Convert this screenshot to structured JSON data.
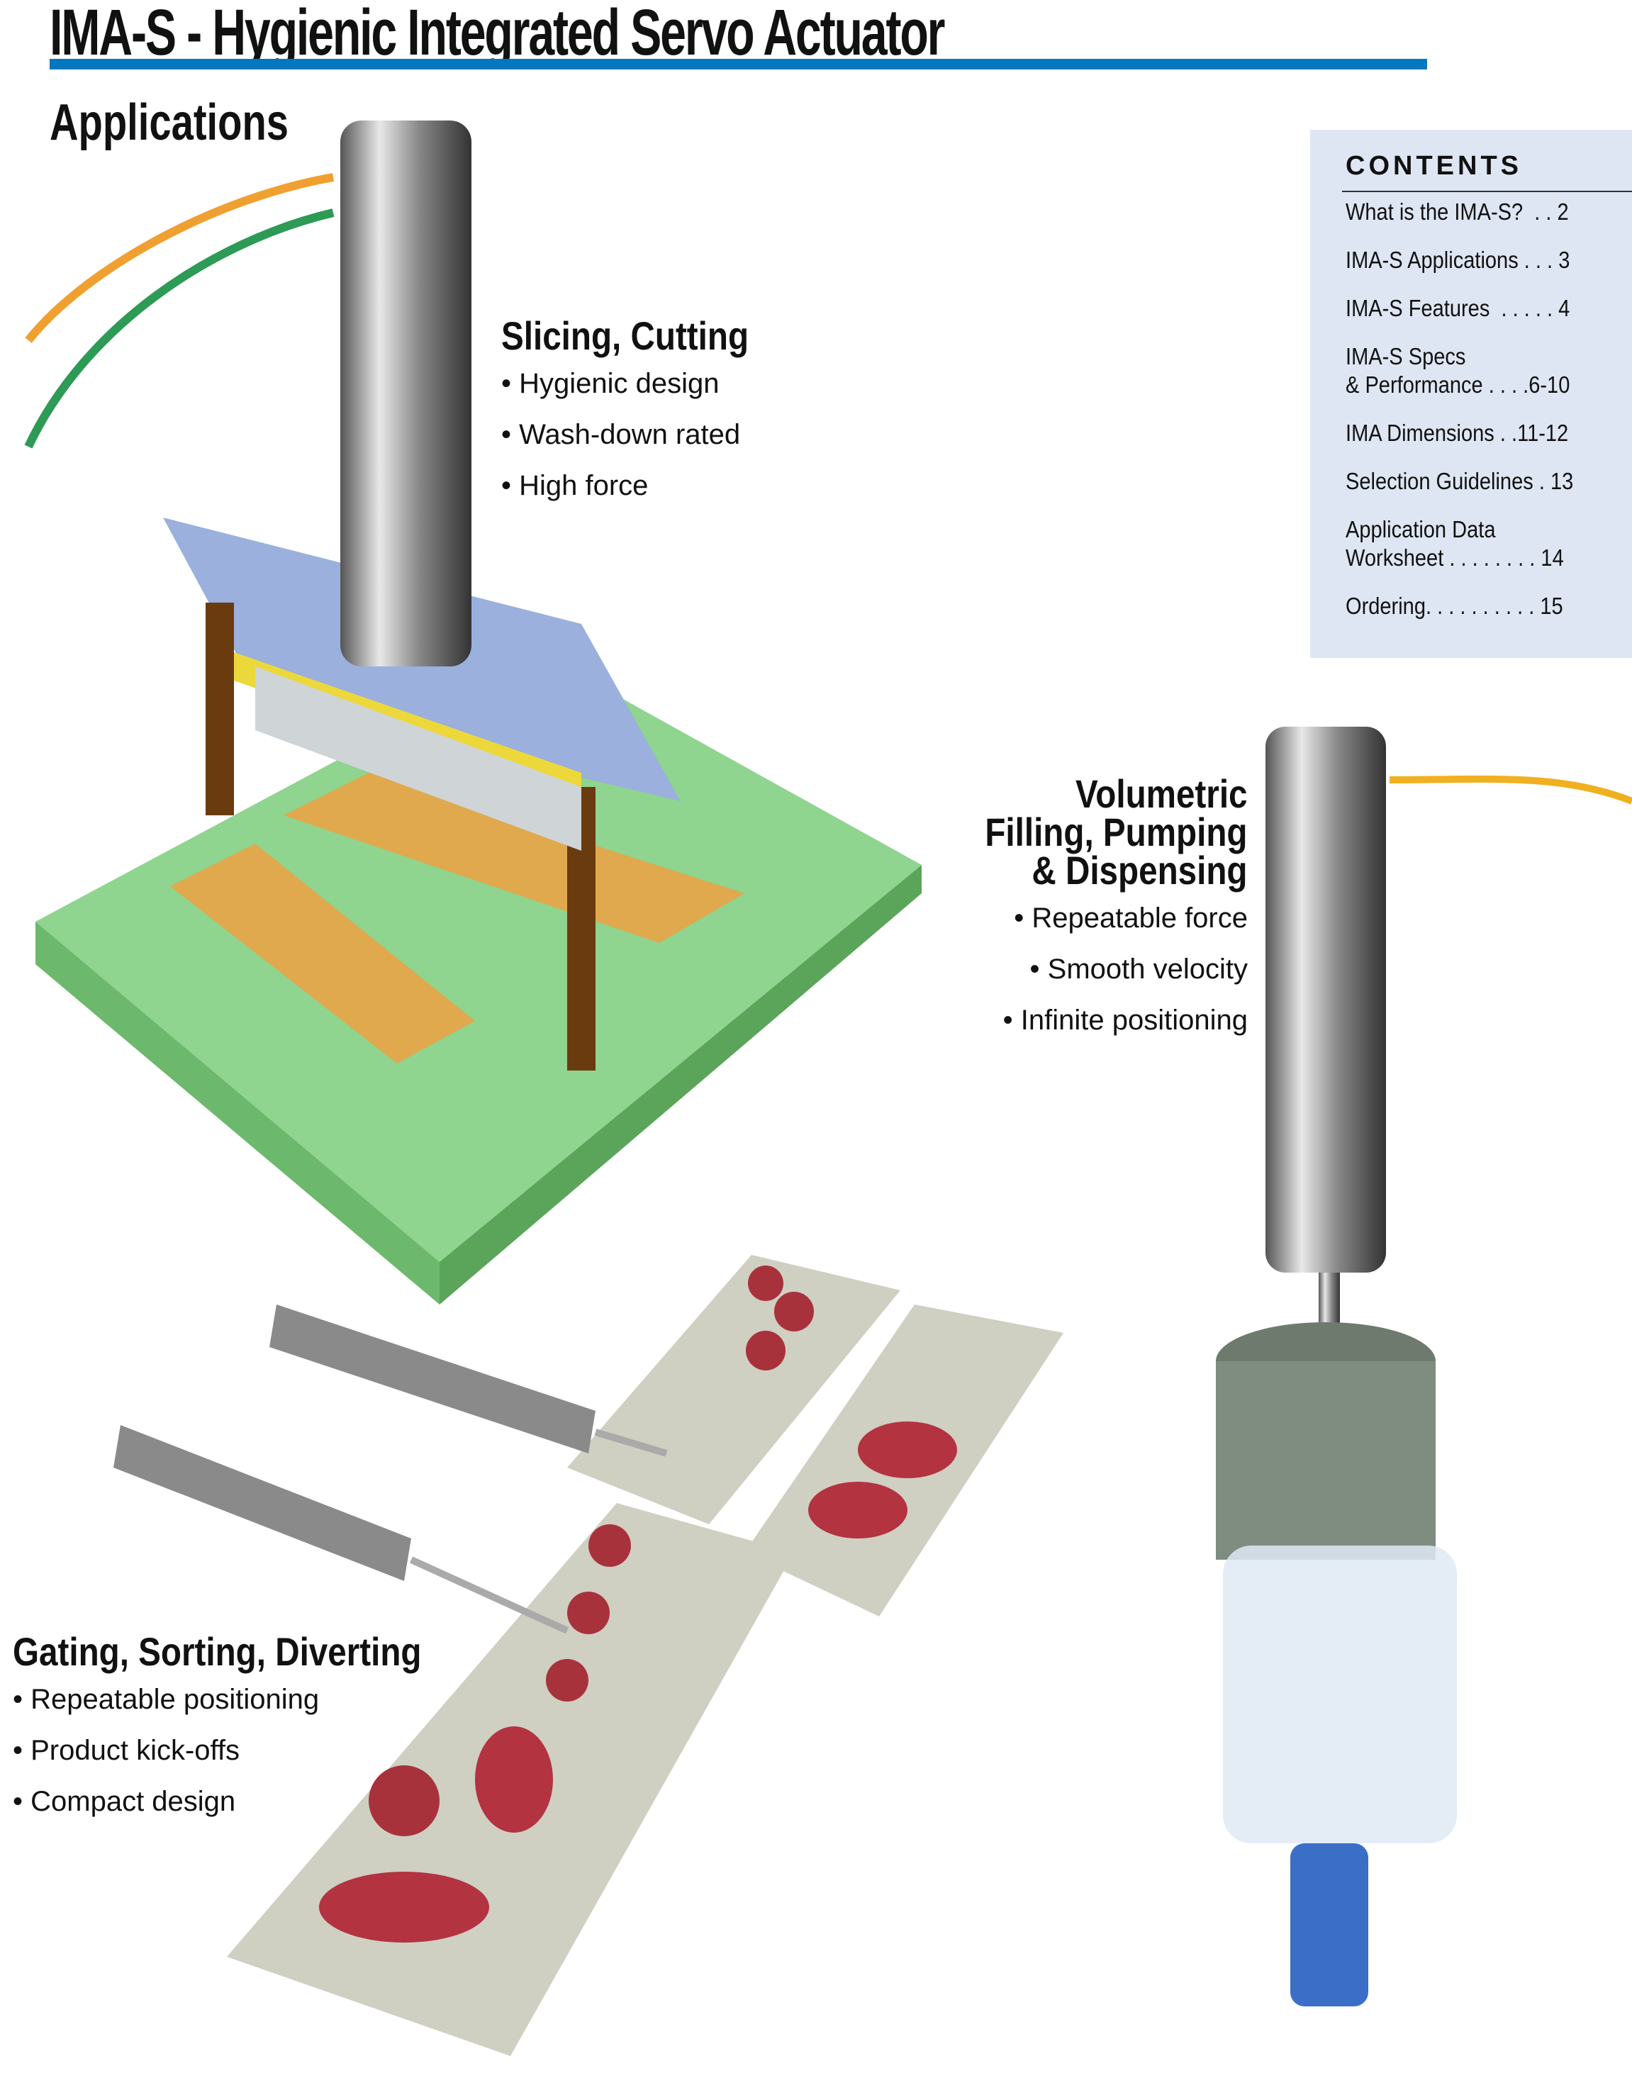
{
  "header": {
    "title": "IMA-S - Hygienic Integrated Servo Actuator",
    "subtitle": "Applications"
  },
  "contents": {
    "heading": "CONTENTS",
    "items": [
      {
        "label": "What is the IMA-S?  . . 2"
      },
      {
        "label": "IMA-S Applications . . . 3"
      },
      {
        "label": "IMA-S Features  . . . . . 4"
      },
      {
        "label": "IMA-S Specs\n& Performance . . . .6-10"
      },
      {
        "label": "IMA Dimensions . .11-12"
      },
      {
        "label": "Selection Guidelines . 13"
      },
      {
        "label": "Application Data\nWorksheet . . . . . . . . 14"
      },
      {
        "label": "Ordering. . . . . . . . . . 15"
      }
    ]
  },
  "sections": [
    {
      "heading": "Slicing, Cutting",
      "bullets": [
        "Hygienic design",
        "Wash-down rated",
        "High force"
      ]
    },
    {
      "heading_lines": [
        "Volumetric",
        "Filling, Pumping",
        "& Dispensing"
      ],
      "bullets": [
        "Repeatable force",
        "Smooth velocity",
        "Infinite positioning"
      ]
    },
    {
      "heading": "Gating, Sorting, Diverting",
      "bullets": [
        "Repeatable positioning",
        "Product kick-offs",
        "Compact design"
      ]
    }
  ],
  "colors": {
    "accent": "#0077c0",
    "contents_bg": "#dfe6f3"
  }
}
